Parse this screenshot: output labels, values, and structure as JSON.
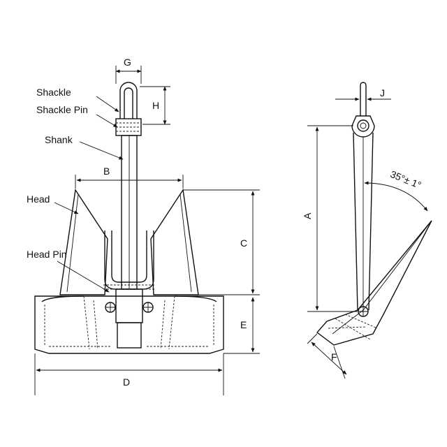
{
  "callouts": {
    "shackle": "Shackle",
    "shackle_pin": "Shackle Pin",
    "shank": "Shank",
    "head": "Head",
    "head_pin": "Head Pin"
  },
  "dimensions": {
    "a": "A",
    "b": "B",
    "c": "C",
    "d": "D",
    "e": "E",
    "f": "F",
    "g": "G",
    "h": "H",
    "j": "J",
    "angle": "35°± 1°"
  },
  "colors": {
    "line": "#111111",
    "background": "#ffffff"
  }
}
